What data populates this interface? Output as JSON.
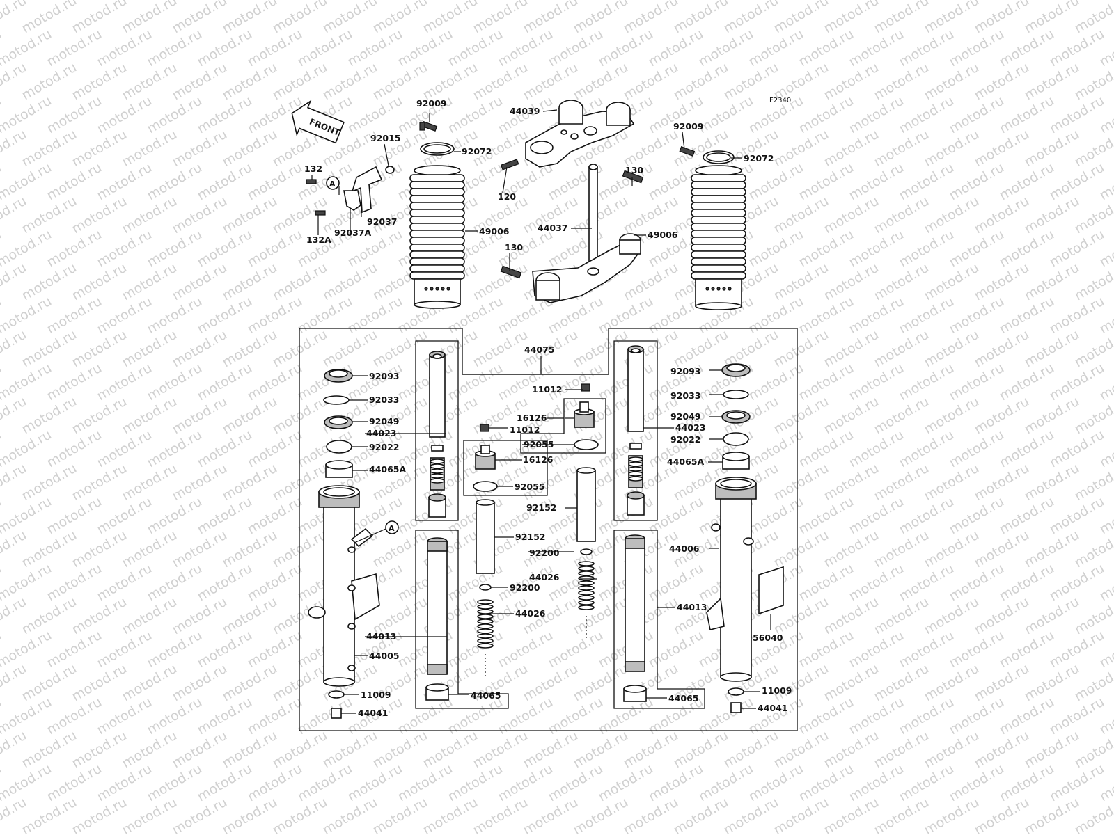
{
  "figure_code": "F2340",
  "watermark": "motod.ru",
  "front_arrow": "FRONT",
  "ref_marker": "A",
  "labels": {
    "p92009_l": "92009",
    "p92072_l": "92072",
    "p44039": "44039",
    "p92015": "92015",
    "p132": "132",
    "p92037": "92037",
    "p132a": "132A",
    "p92037a": "92037A",
    "p120": "120",
    "p130_t": "130",
    "p44037": "44037",
    "p130_b": "130",
    "p49006_l": "49006",
    "p49006_r": "49006",
    "p92009_r": "92009",
    "p92072_r": "92072",
    "p44075": "44075",
    "p92093_l": "92093",
    "p92033_l": "92033",
    "p92049_l": "92049",
    "p44023_l": "44023",
    "p92022_l": "92022",
    "p44065a_l": "44065A",
    "p11012_t": "11012",
    "p16126_t": "16126",
    "p11012_m": "11012",
    "p92055_t": "92055",
    "p16126_m": "16126",
    "p92055_m": "92055",
    "p92152_r": "92152",
    "p92152_l": "92152",
    "p92200_r": "92200",
    "p44026_r": "44026",
    "p92200_l": "92200",
    "p44026_l": "44026",
    "p92093_r": "92093",
    "p92033_r": "92033",
    "p92049_r": "92049",
    "p44023_r": "44023",
    "p92022_r": "92022",
    "p44065a_r": "44065A",
    "p44006": "44006",
    "p44013_r": "44013",
    "p56040": "56040",
    "p44013_l": "44013",
    "p44005": "44005",
    "p11009_l": "11009",
    "p44041_l": "44041",
    "p44065_l": "44065",
    "p44065_r": "44065",
    "p11009_r": "11009",
    "p44041_r": "44041"
  }
}
